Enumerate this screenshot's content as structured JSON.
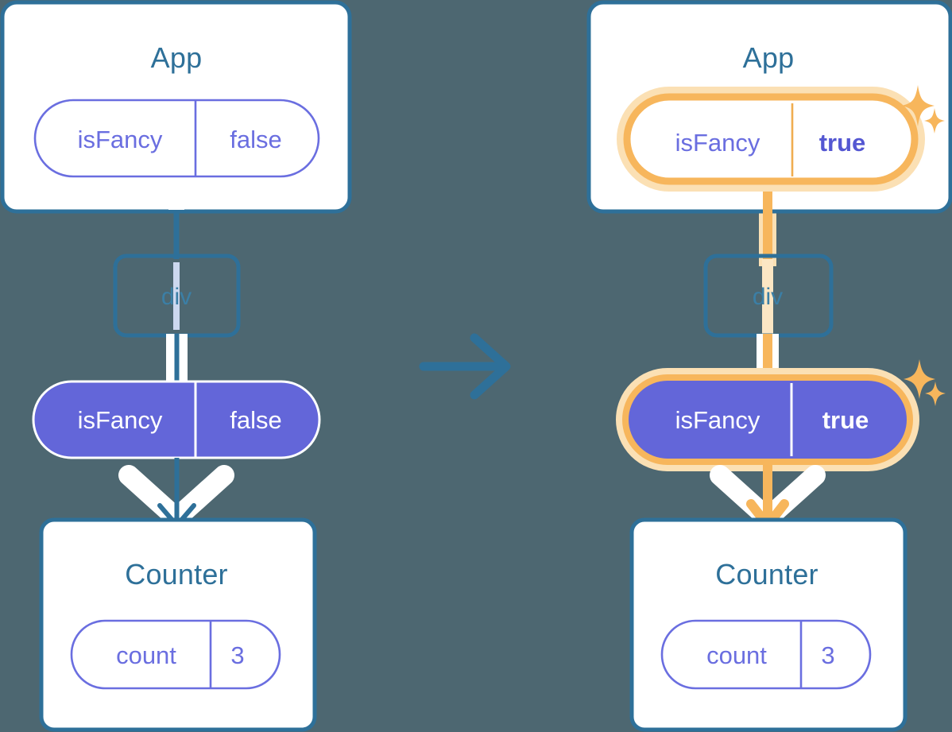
{
  "diagram": {
    "type": "react-state-propagation",
    "background_color": "#4d6771",
    "transition_arrow": "right-arrow-icon",
    "palette": {
      "card_border": "#2e7099",
      "title_blue": "#2e7099",
      "purple": "#6366d9",
      "purple_text": "#6a6ee0",
      "highlight_orange": "#f5b котор",
      "orange": "#f7b65c",
      "orange_glow": "#fbe0b4",
      "white": "#ffffff",
      "light_blue_line": "#ccd8ef"
    },
    "panels": [
      {
        "id": "before",
        "app": {
          "title": "App",
          "pill": {
            "style": "outline",
            "key": "isFancy",
            "value": "false",
            "highlighted": false,
            "bold_value": false
          }
        },
        "div": {
          "title": "div",
          "line_color": "#ccd8ef"
        },
        "props_pill": {
          "style": "solid-purple",
          "key": "isFancy",
          "value": "false",
          "highlighted": false,
          "bold_value": false
        },
        "counter": {
          "title": "Counter",
          "pill": {
            "style": "outline",
            "key": "count",
            "value": "3",
            "highlighted": false,
            "bold_value": false
          }
        },
        "connector_color": "#2e7099",
        "arrow_color": "#2e7099",
        "sparkles": false
      },
      {
        "id": "after",
        "app": {
          "title": "App",
          "pill": {
            "style": "outline",
            "key": "isFancy",
            "value": "true",
            "highlighted": true,
            "bold_value": true
          }
        },
        "div": {
          "title": "div",
          "line_color": "#fbe6c4"
        },
        "props_pill": {
          "style": "solid-purple",
          "key": "isFancy",
          "value": "true",
          "highlighted": true,
          "bold_value": true
        },
        "counter": {
          "title": "Counter",
          "pill": {
            "style": "outline",
            "key": "count",
            "value": "3",
            "highlighted": false,
            "bold_value": false
          }
        },
        "connector_color": "#f7b65c",
        "arrow_color": "#f7b65c",
        "sparkles": true
      }
    ]
  }
}
